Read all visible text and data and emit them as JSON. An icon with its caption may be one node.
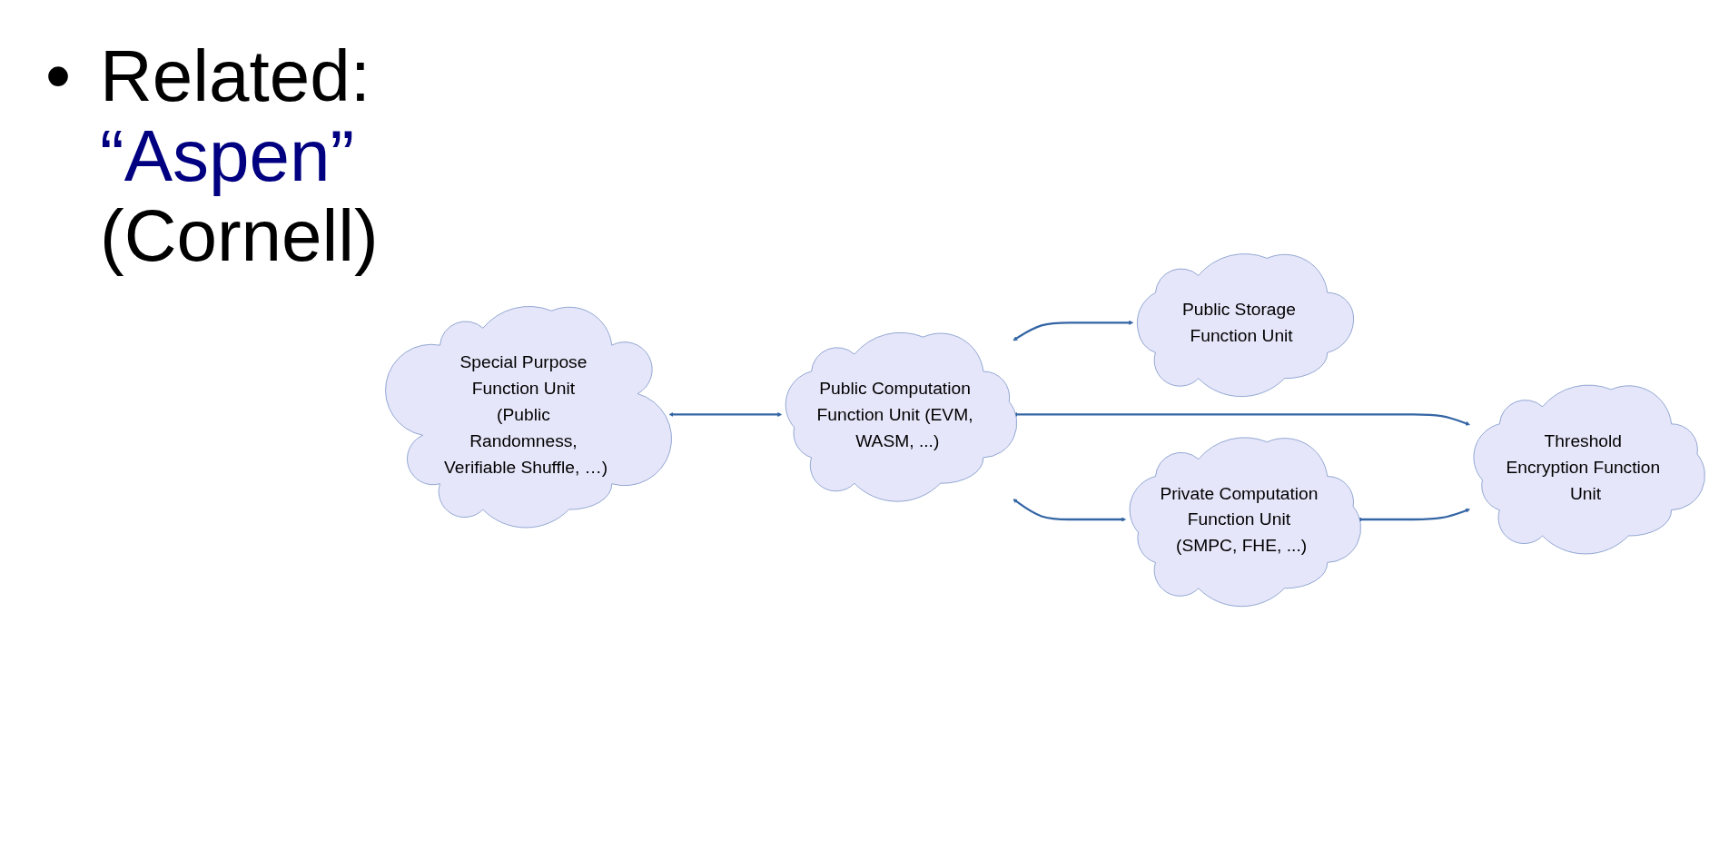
{
  "diagram": {
    "nodes": [
      {
        "text": [
          "Public Computation Function Unit (EVM, WASM, ...)"
        ]
      },
      {
        "text": [
          "Public Storage Function Unit"
        ]
      },
      {
        "text": [
          "Special Purpose Function Unit (Public Randomness, Verifiable Shuffle, …)"
        ]
      },
      {
        "text": [
          "Private Computation Function Unit (SMPC, FHE, ...)"
        ]
      },
      {
        "text": [
          "Threshold Encryption Function Unit"
        ]
      }
    ],
    "edges": [
      {
        "from": 0,
        "to": 1,
        "arrow": "both"
      },
      {
        "from": 0,
        "to": 4,
        "arrow": "both"
      },
      {
        "from": 2,
        "to": 0,
        "arrow": "both"
      },
      {
        "from": 0,
        "to": 3,
        "arrow": "both"
      },
      {
        "from": 3,
        "to": 4,
        "arrow": "both"
      }
    ],
    "labels": [
      "•",
      "Related:",
      "“Aspen”",
      "(Cornell)"
    ]
  }
}
